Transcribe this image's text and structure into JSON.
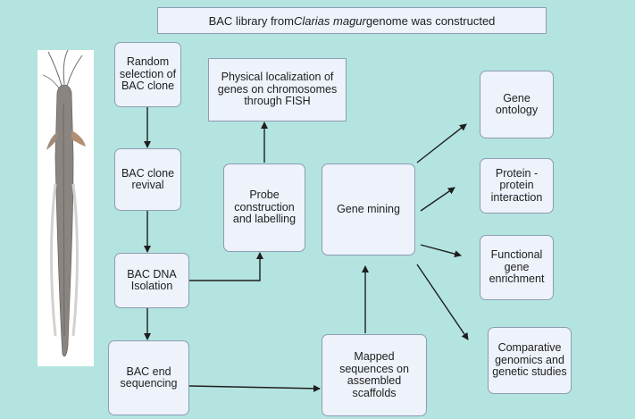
{
  "header": {
    "prefix": "BAC library from ",
    "species": "Clarias magur",
    "suffix": " genome was constructed"
  },
  "workflow": {
    "random_selection": "Random selection of BAC clone",
    "clone_revival": "BAC clone revival",
    "dna_isolation": "BAC DNA Isolation",
    "end_sequencing": "BAC end sequencing",
    "mapped_sequences": "Mapped sequences on assembled scaffolds",
    "gene_mining": "Gene mining",
    "probe_construction": "Probe construction and labelling",
    "fish_localization": "Physical localization of genes on chromosomes through FISH"
  },
  "outcomes": {
    "gene_ontology": "Gene ontology",
    "protein_interaction": "Protein - protein interaction",
    "functional_enrichment": "Functional gene enrichment",
    "comparative_genomics": "Comparative genomics and genetic studies"
  },
  "colors": {
    "background": "#b4e4df",
    "box_fill": "#edf2fb",
    "box_border": "#8b9db3",
    "arrow": "#1e1e1e"
  },
  "icons": {
    "specimen_photo": "catfish-specimen-image"
  }
}
